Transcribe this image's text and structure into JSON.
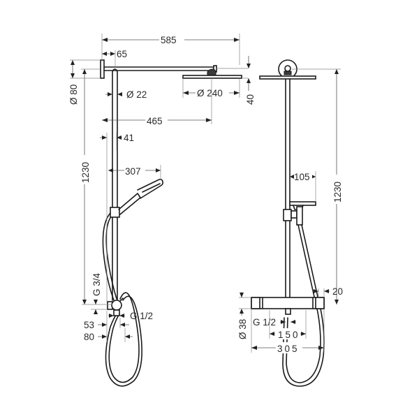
{
  "title": "Shower system technical dimension drawing",
  "views": {
    "side": {
      "dimensions": {
        "overall_width": "585",
        "wall_flange_offset": "65",
        "flange_diameter": "Ø 80",
        "pipe_diameter": "Ø 22",
        "head_diameter": "Ø 240",
        "head_height": "40",
        "arm_projection": "465",
        "rail_offset": "41",
        "hand_shower_reach": "307",
        "height": "1230",
        "inlet_thread": "G 3/4",
        "outlet_thread": "G 1/2",
        "outlet_offset_a": "53",
        "outlet_offset_b": "80"
      }
    },
    "front": {
      "dimensions": {
        "shelf_width": "105",
        "height": "1230",
        "thermostat_offset": "20",
        "thermostat_diameter": "Ø 38",
        "outlet_thread": "G 1/2",
        "connection_spacing": "150",
        "thermostat_width": "305"
      }
    }
  },
  "colors": {
    "line": "#1a1a1a",
    "dimension": "#555555",
    "text": "#2a2a2a",
    "background": "#ffffff"
  }
}
